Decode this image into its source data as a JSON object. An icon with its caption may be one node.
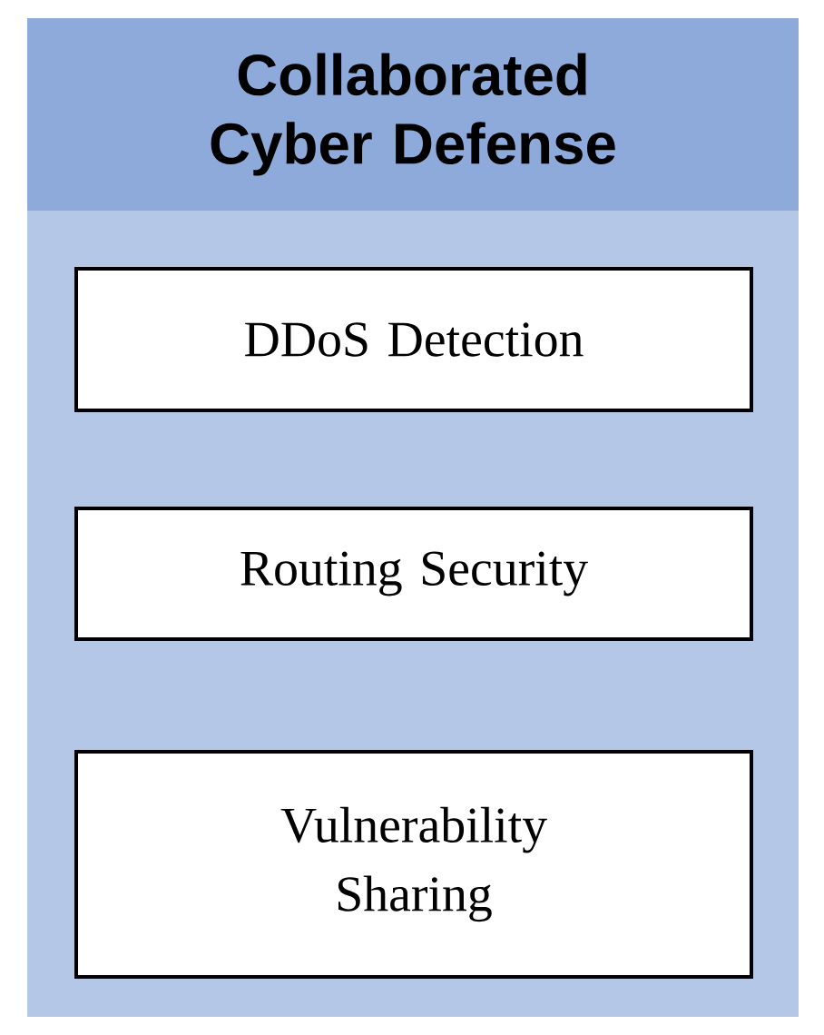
{
  "diagram": {
    "nodes": [
      {
        "text": [
          "Collaborated Cyber Defense"
        ]
      },
      {
        "text": [
          "DDoS Detection"
        ],
        "in": 0
      },
      {
        "text": [
          "Routing Security"
        ],
        "in": 0
      },
      {
        "text": [
          "Vulnerability Sharing"
        ],
        "in": 0
      }
    ]
  }
}
